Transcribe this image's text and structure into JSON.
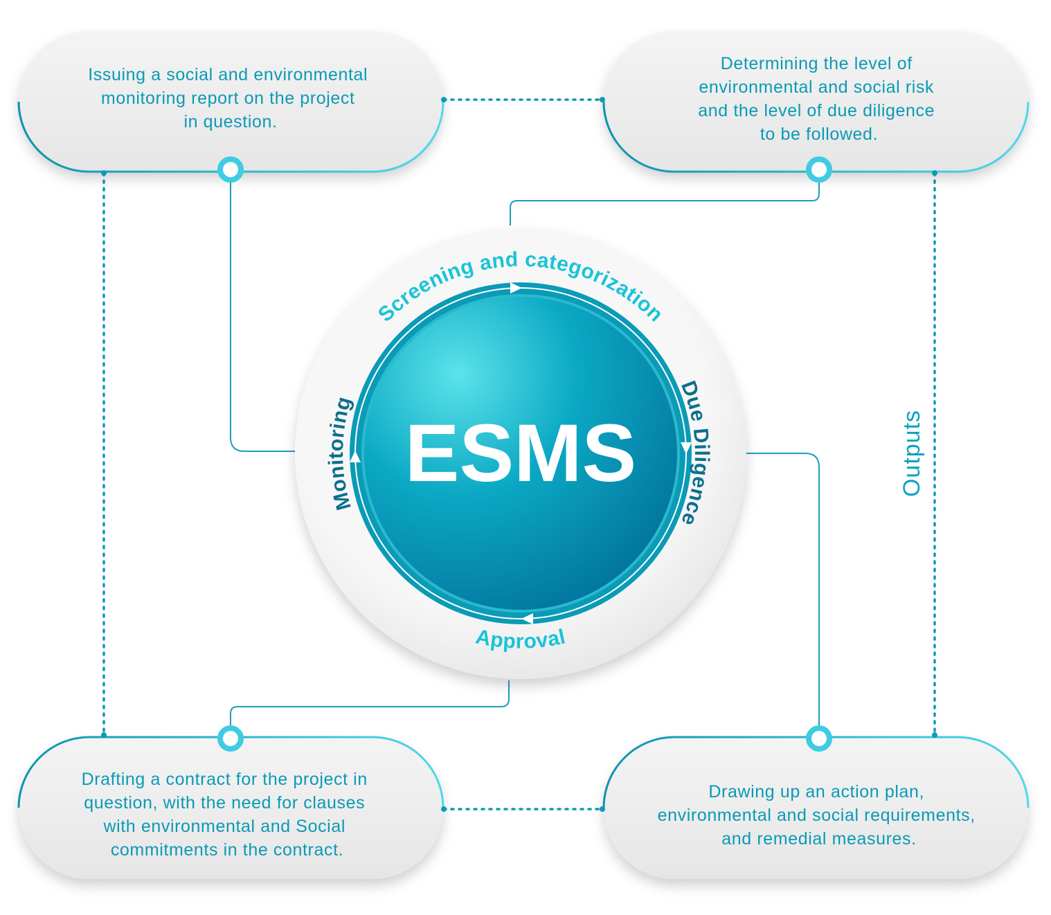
{
  "center": {
    "title": "ESMS",
    "stages": {
      "top": "Screening and categorization",
      "right": "Due Diligence",
      "bottom": "Approval",
      "left": "Monitoring"
    }
  },
  "side_label": "Outputs",
  "boxes": {
    "top_left": [
      "Issuing a social and environmental",
      "monitoring report on the project",
      "in question."
    ],
    "top_right": [
      "Determining the level of",
      "environmental and social risk",
      "and the level of due diligence",
      "to be followed."
    ],
    "bottom_left": [
      "Drafting a contract for the project in",
      "question, with the need for clauses",
      "with environmental and Social",
      "commitments in the contract."
    ],
    "bottom_right": [
      "Drawing up an action plan,",
      "environmental and social requirements,",
      "and remedial measures."
    ]
  },
  "colors": {
    "teal": "#0a9ab5",
    "light_teal": "#4fd8ec",
    "dark_teal": "#0b6f8c",
    "pill": "#ececec"
  }
}
